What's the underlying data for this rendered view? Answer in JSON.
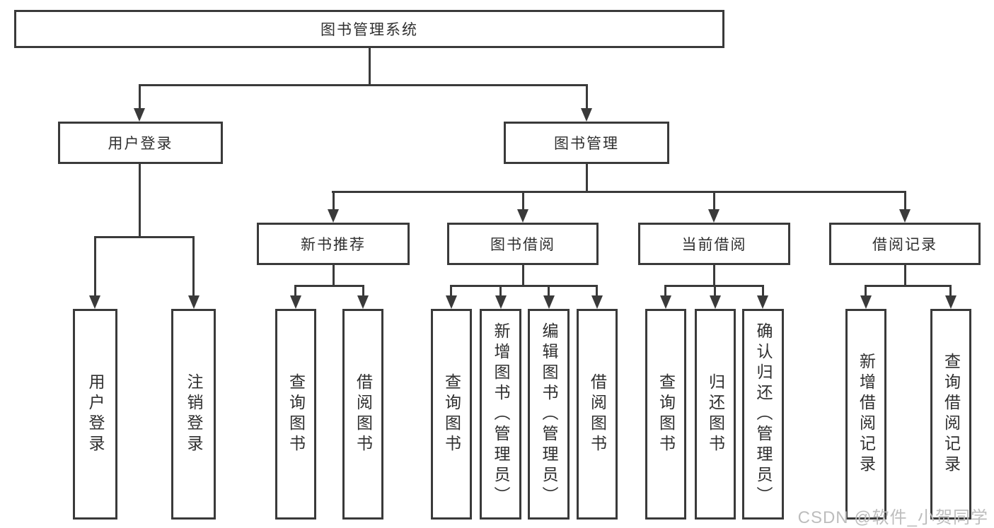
{
  "diagram": {
    "nodes": {
      "root": "图书管理系统",
      "user_login": "用户登录",
      "book_mgmt": "图书管理",
      "new_books": "新书推荐",
      "book_borrow": "图书借阅",
      "current_borrow": "当前借阅",
      "borrow_records": "借阅记录",
      "leaf_user_login": "用户登录",
      "leaf_logout": "注销登录",
      "leaf_nb_query": "查询图书",
      "leaf_nb_borrow": "借阅图书",
      "leaf_bb_query": "查询图书",
      "leaf_bb_add": "新增图书（管理员）",
      "leaf_bb_edit": "编辑图书（管理员）",
      "leaf_bb_borrow": "借阅图书",
      "leaf_cb_query": "查询图书",
      "leaf_cb_return": "归还图书",
      "leaf_cb_confirm": "确认归还（管理员）",
      "leaf_br_add": "新增借阅记录",
      "leaf_br_query": "查询借阅记录"
    },
    "colors": {
      "line": "#3a3a3a",
      "text": "#2f2f2f",
      "watermark": "#bdbdbd",
      "background": "#ffffff"
    },
    "watermark": "CSDN @软件_小贺同学"
  }
}
